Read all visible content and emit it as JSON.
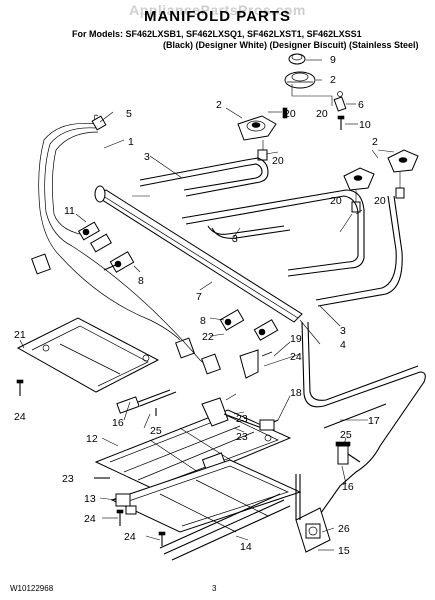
{
  "watermark": "AppliancePartsPros.com",
  "title": "MANIFOLD PARTS",
  "models_line": "For Models: SF462LXSB1, SF462LXSQ1, SF462LXST1, SF462LXSS1",
  "colors_line": "(Black)  (Designer White) (Designer Biscuit) (Stainless Steel)",
  "footer": {
    "doc_number": "W10122968",
    "page": "3"
  },
  "callouts": {
    "c9": "9",
    "c2a": "2",
    "c6": "6",
    "c10": "10",
    "c20a": "20",
    "c5": "5",
    "c2b": "2",
    "c20b": "20",
    "c1": "1",
    "c3a": "3",
    "c20c": "20",
    "c2c": "2",
    "c20d": "20",
    "c20e": "20",
    "c11": "11",
    "c3b": "3",
    "c8a": "8",
    "c7": "7",
    "c8b": "8",
    "c3c": "3",
    "c4": "4",
    "c21": "21",
    "c19": "19",
    "c22": "22",
    "c24a": "24",
    "c24b": "24",
    "c18": "18",
    "c16a": "16",
    "c25a": "25",
    "c23a": "23",
    "c23b": "23",
    "c17": "17",
    "c12": "12",
    "c25b": "25",
    "c16b": "16",
    "c23c": "23",
    "c13": "13",
    "c24c": "24",
    "c26": "26",
    "c24d": "24",
    "c14": "14",
    "c15": "15"
  }
}
